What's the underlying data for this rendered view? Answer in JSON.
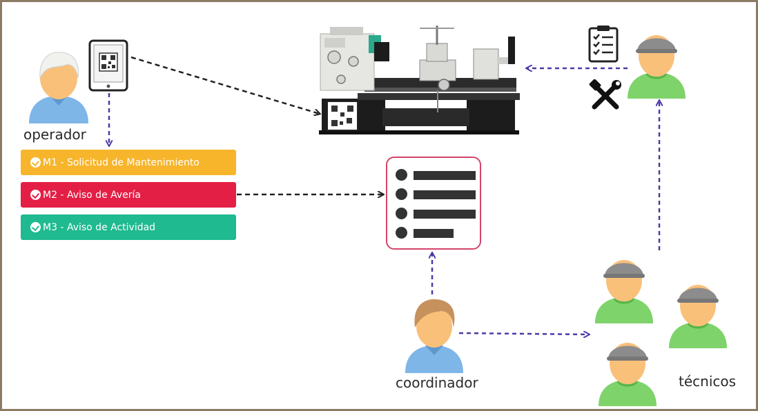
{
  "labels": {
    "operador": "operador",
    "coordinador": "coordinador",
    "tecnicos": "técnicos"
  },
  "messages": [
    {
      "code": "M1",
      "text": "M1 - Solicitud de Mantenimiento",
      "color": "#f7b52c"
    },
    {
      "code": "M2",
      "text": "M2 - Aviso de Avería",
      "color": "#e41f45"
    },
    {
      "code": "M3",
      "text": "M3 - Aviso de Actividad",
      "color": "#1fba90"
    }
  ],
  "colors": {
    "arrow_black": "#222222",
    "arrow_purple": "#4a3aa6",
    "list_border": "#d4436a",
    "frame": "#8a7b62",
    "skin": "#f9c07a",
    "operator_shirt": "#7fb6e8",
    "technician_shirt": "#7ed36a",
    "helmet": "#8c8c8c"
  },
  "icons": [
    "tablet-qr-icon",
    "lathe-machine-icon",
    "checklist-icon",
    "tools-icon",
    "task-list-icon",
    "person-icon",
    "technician-icon"
  ]
}
